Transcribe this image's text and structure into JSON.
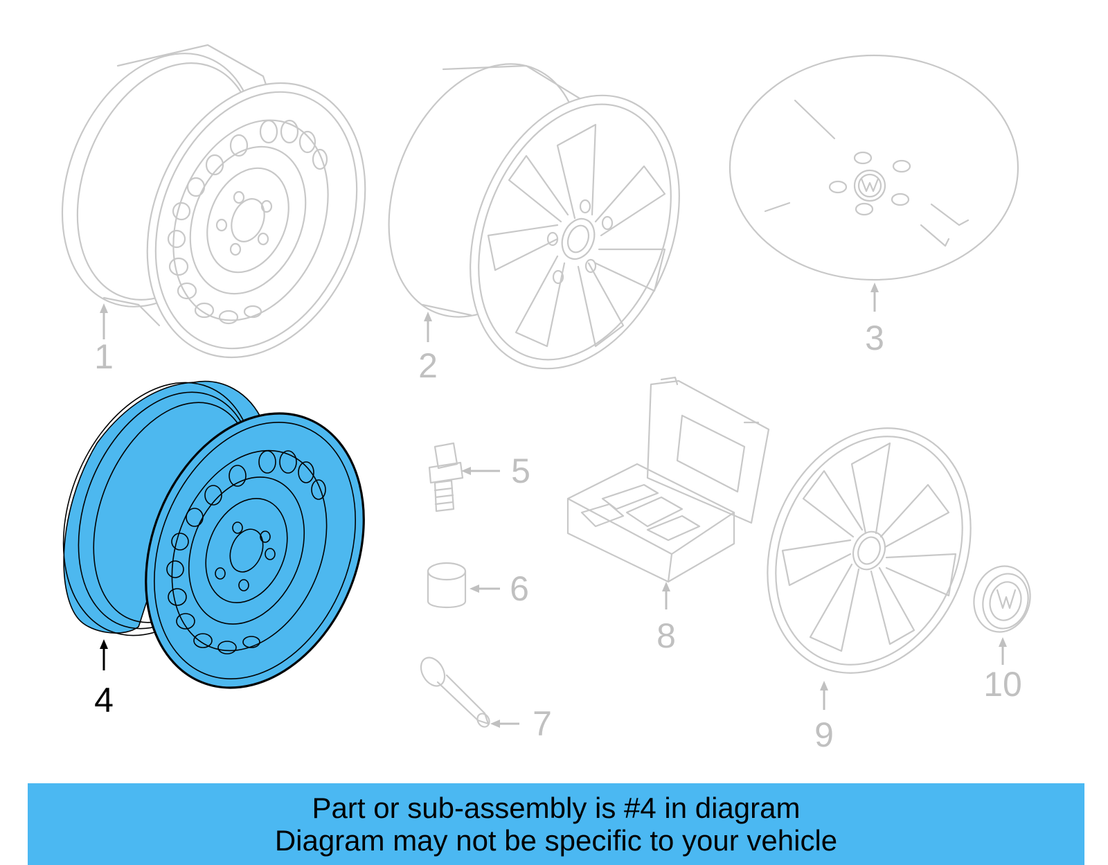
{
  "diagram": {
    "callouts": [
      {
        "id": "1",
        "label": "1",
        "highlighted": false
      },
      {
        "id": "2",
        "label": "2",
        "highlighted": false
      },
      {
        "id": "3",
        "label": "3",
        "highlighted": false
      },
      {
        "id": "4",
        "label": "4",
        "highlighted": true
      },
      {
        "id": "5",
        "label": "5",
        "highlighted": false
      },
      {
        "id": "6",
        "label": "6",
        "highlighted": false
      },
      {
        "id": "7",
        "label": "7",
        "highlighted": false
      },
      {
        "id": "8",
        "label": "8",
        "highlighted": false
      },
      {
        "id": "9",
        "label": "9",
        "highlighted": false
      },
      {
        "id": "10",
        "label": "10",
        "highlighted": false
      }
    ],
    "colors": {
      "highlight_fill": "#4db8ef",
      "ghost_stroke": "#c8c8c8",
      "banner_background": "#4bb8f2"
    }
  },
  "banner": {
    "line1": "Part or sub-assembly is #4 in diagram",
    "line2": "Diagram may not be specific to your vehicle"
  }
}
